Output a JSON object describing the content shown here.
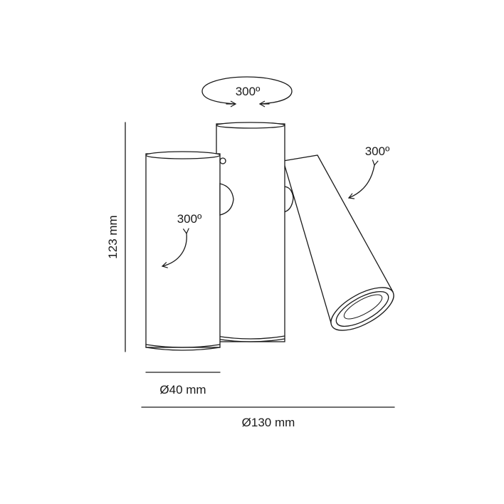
{
  "labels": {
    "rotation_top": "300º",
    "rotation_right": "300º",
    "rotation_left": "300º",
    "height": "123 mm",
    "diameter_small": "Ø40 mm",
    "diameter_total": "Ø130 mm"
  },
  "colors": {
    "line": "#1a1a1a",
    "background": "#ffffff"
  }
}
